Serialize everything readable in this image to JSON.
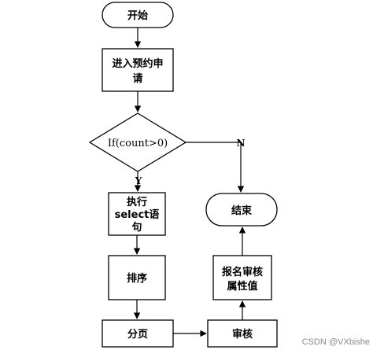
{
  "nodes": {
    "start": "开始",
    "enter_line1": "进入预约申",
    "enter_line2": "请",
    "condition": "If(count>0)",
    "select_line1": "执行",
    "select_line2": "select语",
    "select_line3": "句",
    "sort": "排序",
    "paging": "分页",
    "review": "审核",
    "report_line1": "报名审核",
    "report_line2": "属性值",
    "end": "结束"
  },
  "edges": {
    "yes_label": "Y",
    "no_label": "N"
  },
  "watermark": "CSDN @VXbishe"
}
